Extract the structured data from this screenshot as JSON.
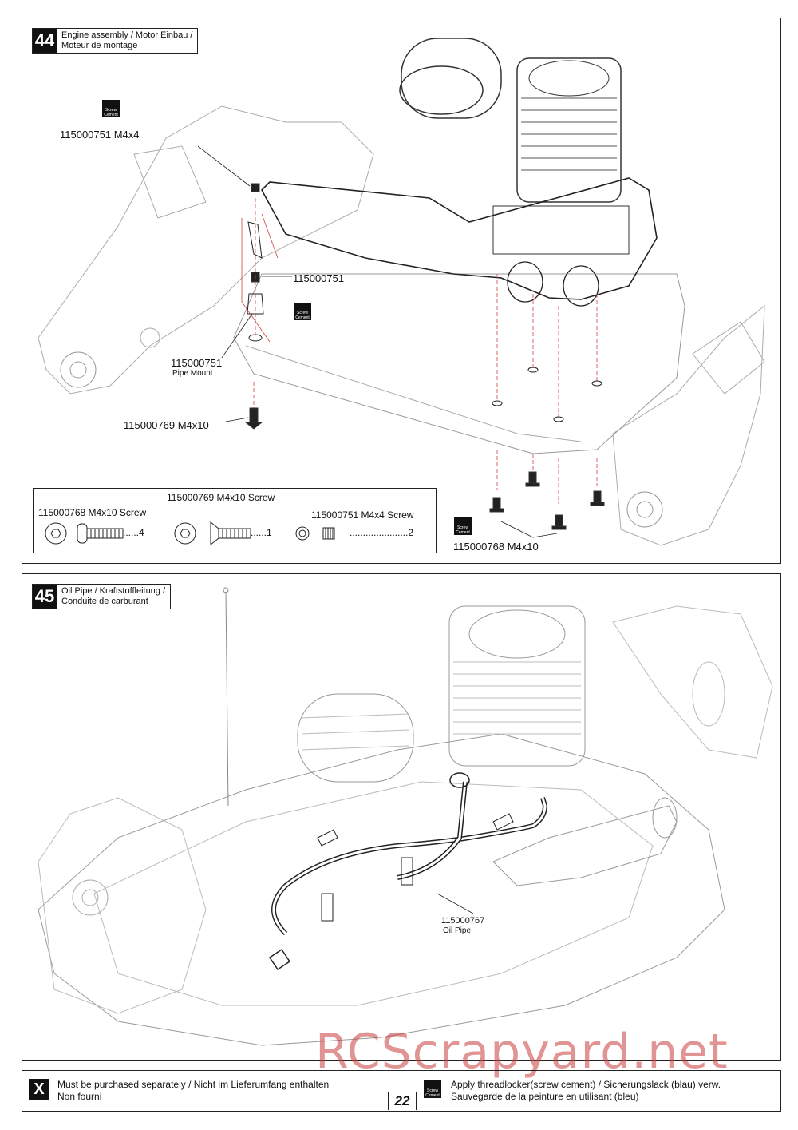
{
  "step44": {
    "number": "44",
    "title": "Engine assembly / Motor Einbau /\nMoteur de montage",
    "parts": [
      {
        "code": "115000751 M4x4"
      },
      {
        "code": "115000751"
      },
      {
        "code": "115000751",
        "desc": "Pipe Mount"
      },
      {
        "code": "115000769 M4x10"
      },
      {
        "code": "115000768 M4x10"
      }
    ],
    "cement_label": "Screw Cement",
    "legend": {
      "title": "115000769  M4x10 Screw",
      "item_a": "115000768  M4x10 Screw",
      "item_a_qty": "......4",
      "item_b_qty": "......1",
      "item_c": "115000751  M4x4 Screw",
      "item_c_qty": "......................2"
    }
  },
  "step45": {
    "number": "45",
    "title": "Oil Pipe / Kraftstoffleitung /\nConduite de carburant",
    "part_code": "115000767",
    "part_desc": "Oil Pipe"
  },
  "footer": {
    "x_symbol": "X",
    "purchase_note": "Must be purchased separately / Nicht im Lieferumfang enthalten\nNon fourni",
    "cement_note": "Apply threadlocker(screw cement) / Sicherungslack (blau) verw.\nSauvegarde de la peinture en utilisant (bleu)",
    "page_number": "22"
  },
  "watermark": "RCScrapyard.net"
}
